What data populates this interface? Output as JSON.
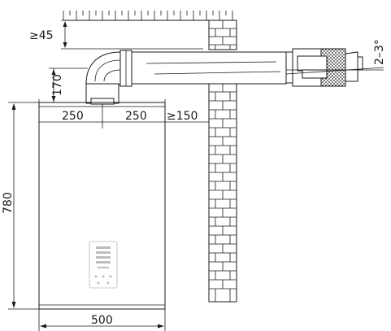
{
  "dimensions": {
    "clearance_top": "≥45",
    "flue_offset": "170",
    "half_width_left": "250",
    "half_width_right": "250",
    "side_clearance": "≥150",
    "boiler_height": "780",
    "boiler_width": "500",
    "flue_slope": "2–3°"
  }
}
